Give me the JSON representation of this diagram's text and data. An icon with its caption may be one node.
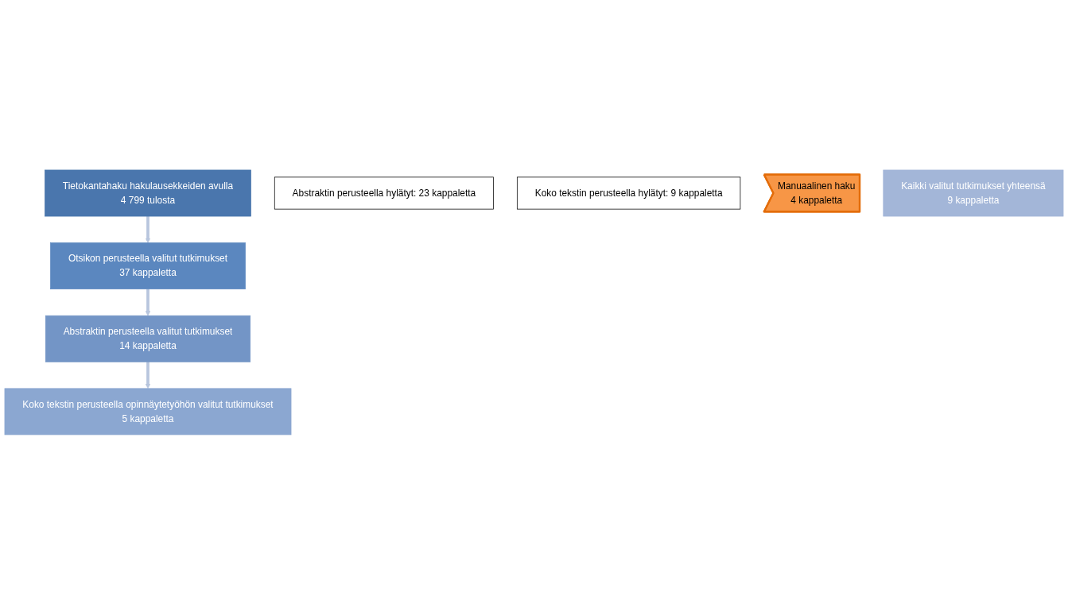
{
  "diagram": {
    "nodes": [
      {
        "text": [
          "Tietokantahaku hakulausekkeiden avulla",
          "4 799 tulosta"
        ]
      },
      {
        "text": [
          "Otsikon perusteella valitut tutkimukset",
          "37 kappaletta"
        ]
      },
      {
        "text": [
          "Abstraktin perusteella hylätyt: 23 kappaletta"
        ]
      },
      {
        "text": [
          "Abstraktin perusteella valitut tutkimukset",
          "14 kappaletta"
        ]
      },
      {
        "text": [
          "Koko tekstin perusteella hylätyt: 9 kappaletta"
        ]
      },
      {
        "text": [
          "Koko tekstin perusteella opinnäytetyöhön valitut tutkimukset",
          "5 kappaletta"
        ]
      },
      {
        "text": [
          "Manuaalinen haku",
          "4 kappaletta"
        ]
      },
      {
        "text": [
          "Kaikki valitut tutkimukset yhteensä",
          "9 kappaletta"
        ]
      }
    ],
    "edges": [
      {
        "from": 0,
        "to": 1,
        "arrow": "to"
      },
      {
        "from": 1,
        "to": 3,
        "arrow": "to"
      },
      {
        "from": 3,
        "to": 5,
        "arrow": "to"
      }
    ]
  }
}
